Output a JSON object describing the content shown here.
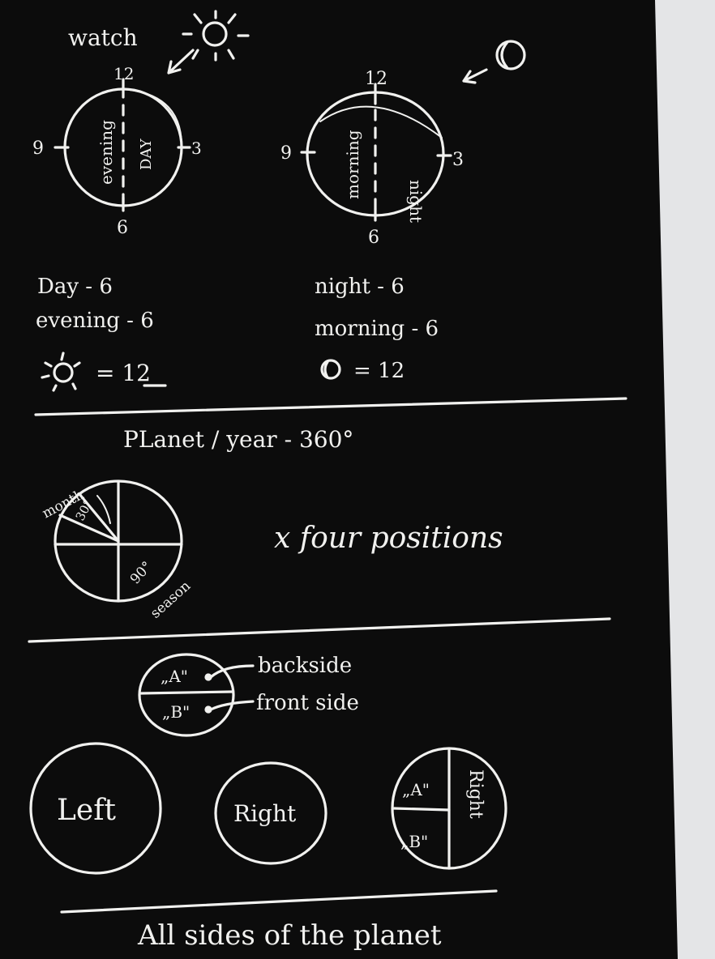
{
  "colors": {
    "paper": "#0c0c0c",
    "ink": "#f1f1ef",
    "background": "#e4e5e7"
  },
  "top": {
    "title": "watch",
    "left_clock": {
      "top": "12",
      "left": "9",
      "right": "3",
      "bottom": "6",
      "left_half": "evening",
      "right_half": "DAY"
    },
    "right_clock": {
      "top": "12",
      "left": "9",
      "right": "3",
      "bottom": "6",
      "left_half": "morning",
      "right_half": "night"
    },
    "left_notes": [
      "Day - 6",
      "evening - 6",
      "= 12"
    ],
    "right_notes": [
      "night - 6",
      "morning - 6",
      "= 12"
    ]
  },
  "middle": {
    "heading": "PLanet / year - 360°",
    "pie": {
      "month_label": "month",
      "small_angle": "30°",
      "big_angle": "90°",
      "season_label": "season"
    },
    "multiplier": "x four positions"
  },
  "lower": {
    "sides": {
      "a": "„A\"",
      "b": "„B\"",
      "backside": "backside",
      "front": "front side"
    },
    "positions": {
      "left": "Left",
      "right": "Right",
      "mixed_a": "„A\"",
      "mixed_b": "„B\"",
      "mixed_right": "Right"
    },
    "caption": "All sides of the planet"
  }
}
